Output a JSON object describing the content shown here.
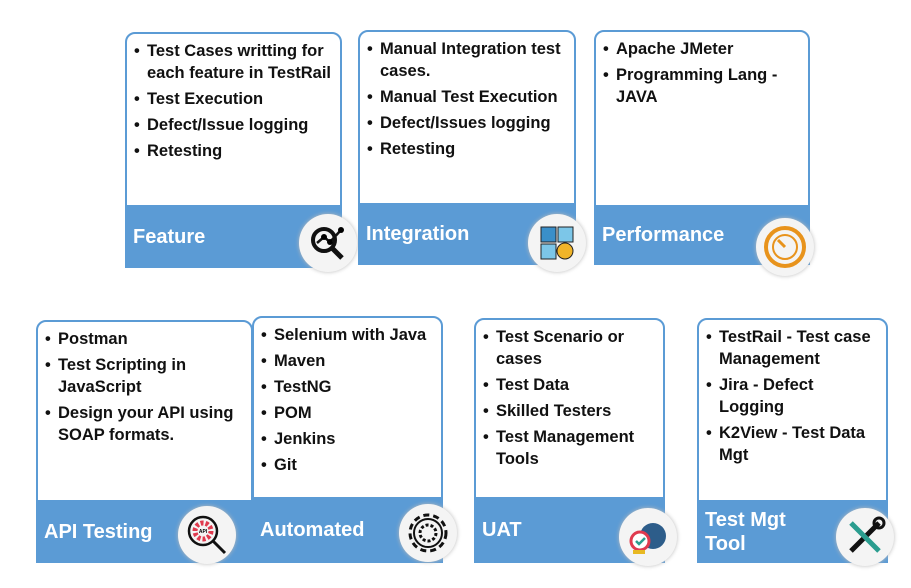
{
  "cards": [
    {
      "title": "Feature",
      "icon": "analytics-search-icon",
      "items": [
        "Test Cases writting for each feature in TestRail",
        "Test Execution",
        "Defect/Issue logging",
        "Retesting"
      ]
    },
    {
      "title": "Integration",
      "icon": "puzzle-icon",
      "items": [
        "Manual Integration test cases.",
        "Manual Test Execution",
        "Defect/Issues logging",
        "Retesting"
      ]
    },
    {
      "title": "Performance",
      "icon": "speedometer-icon",
      "items": [
        "Apache JMeter",
        "Programming Lang - JAVA"
      ]
    },
    {
      "title": "API Testing",
      "icon": "api-search-icon",
      "icon_text": "API",
      "items": [
        "Postman",
        " Test Scripting in JavaScript",
        "Design your API using SOAP formats."
      ]
    },
    {
      "title": "Automated",
      "icon": "gear-icon",
      "items": [
        "Selenium with Java",
        "Maven",
        "TestNG",
        "POM",
        "Jenkins",
        "Git"
      ]
    },
    {
      "title": "UAT",
      "icon": "user-check-gear-icon",
      "items": [
        "Test Scenario or cases",
        "Test Data",
        "Skilled Testers",
        "Test Management Tools"
      ]
    },
    {
      "title": "Test Mgt Tool",
      "icon": "tools-icon",
      "items": [
        "TestRail - Test case Management",
        "Jira - Defect Logging",
        "K2View - Test Data Mgt"
      ]
    }
  ],
  "colors": {
    "accent": "#5b9bd5"
  }
}
